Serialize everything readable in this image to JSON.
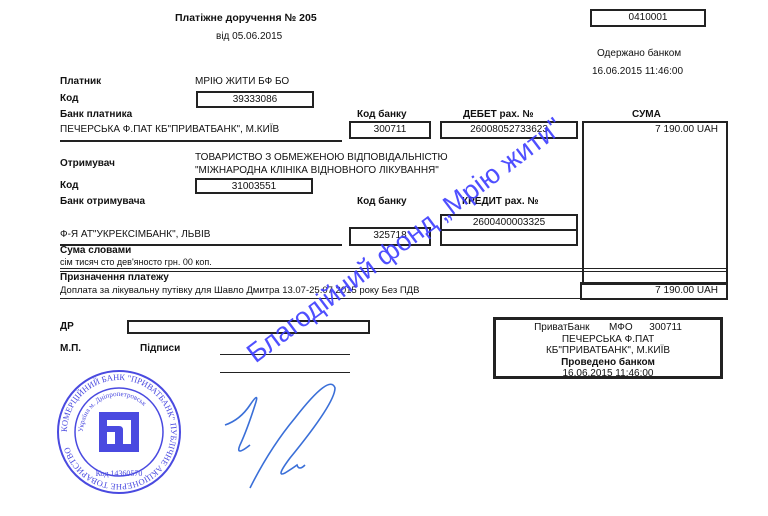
{
  "header": {
    "title": "Платіжне доручення  № 205",
    "date": "від 05.06.2015",
    "form_code": "0410001",
    "received_label": "Одержано банком",
    "received_datetime": "16.06.2015 11:46:00"
  },
  "payer": {
    "label": "Платник",
    "name": "МРІЮ ЖИТИ БФ БО",
    "code_label": "Код",
    "code": "39333086",
    "bank_label": "Банк платника",
    "bank_name": "ПЕЧЕРСЬКА Ф.ПАТ КБ\"ПРИВАТБАНК\", М.КИЇВ",
    "bank_code_label": "Код банку",
    "bank_code": "300711",
    "account_label": "ДЕБЕТ рах. №",
    "account": "26008052733623"
  },
  "amount": {
    "label": "СУМА",
    "value": "7 190.00 UAH"
  },
  "recipient": {
    "label": "Отримувач",
    "name_line1": "ТОВАРИСТВО З ОБМЕЖЕНОЮ ВІДПОВІДАЛЬНІСТЮ",
    "name_line2": "\"МІЖНАРОДНА КЛІНІКА ВІДНОВНОГО ЛІКУВАННЯ\"",
    "code_label": "Код",
    "code": "31003551",
    "bank_label": "Банк отримувача",
    "bank_name": "Ф-Я АТ\"УКРЕКСІМБАНК\", ЛЬВІВ",
    "bank_code_label": "Код банку",
    "bank_code": "325718",
    "account_label": "КРЕДИТ рах. №",
    "account": "2600400003325"
  },
  "words": {
    "label": "Сума словами",
    "value": "сім тисяч сто дев'яносто грн. 00 коп."
  },
  "purpose": {
    "label": "Призначення платежу",
    "value": "Доплата за лікувальну путівку для Шавло Дмитра 13.07-25.07.2015 року Без ПДВ",
    "amount": "7 190.00 UAH"
  },
  "footer": {
    "dr_label": "ДР",
    "mp_label": "М.П.",
    "signatures_label": "Підписи"
  },
  "bank_stamp": {
    "line1": "ПриватБанк       МФО      300711",
    "line2": "ПЕЧЕРСЬКА Ф.ПАТ",
    "line3": "КБ\"ПРИВАТБАНК\", М.КИЇВ",
    "line4": "Проведено банком",
    "line5": "16.06.2015 11:46:00"
  },
  "seal": {
    "text": "КОМЕРЦІЙНИЙ БАНК \"ПРИВАТБАНК\" ПУБЛІЧНЕ АКЦІОНЕРНЕ ТОВАРИСТВО",
    "inner": "Україна м. Дніпропетровськ",
    "code": "Код 14360570",
    "color": "#4a4ae0"
  },
  "watermark": {
    "text": "Благодійний фонд „Мрію жити\"",
    "color": "#3d3dff"
  }
}
